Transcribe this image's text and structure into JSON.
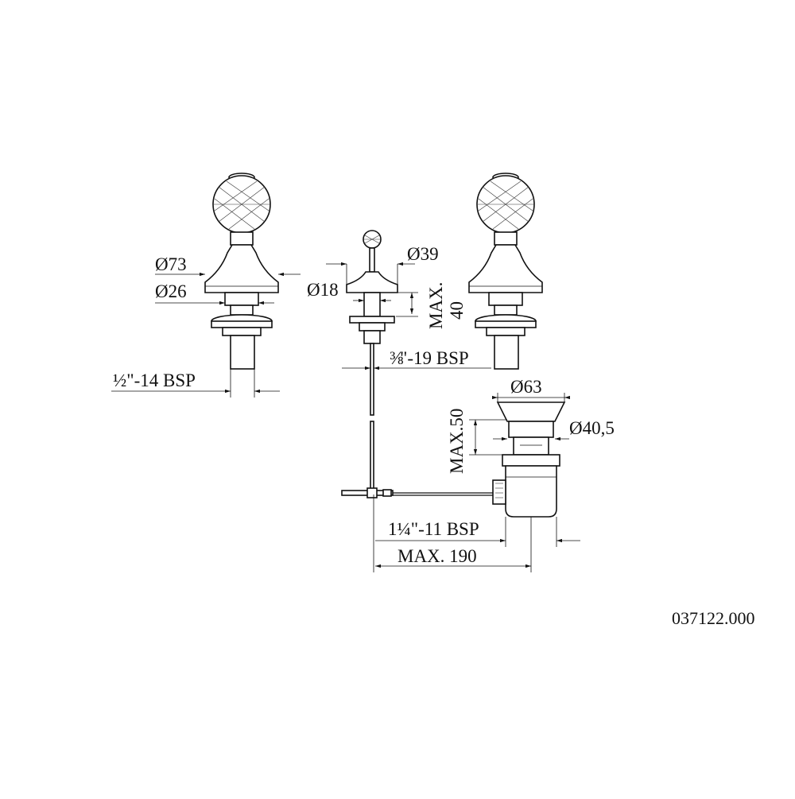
{
  "labels": {
    "d73": "Ø73",
    "d26": "Ø26",
    "bsp_half": "½\"-14 BSP",
    "d18": "Ø18",
    "d39": "Ø39",
    "max40_a": "MAX.",
    "max40_b": "40",
    "bsp_38_frac": "⅜",
    "bsp_38_rest": "\"-19 BSP",
    "d63": "Ø63",
    "d40_5": "Ø40,5",
    "max50": "MAX.50",
    "bsp_114": "1¼\"-11 BSP",
    "max190": "MAX. 190"
  },
  "product_code": "037122.000"
}
